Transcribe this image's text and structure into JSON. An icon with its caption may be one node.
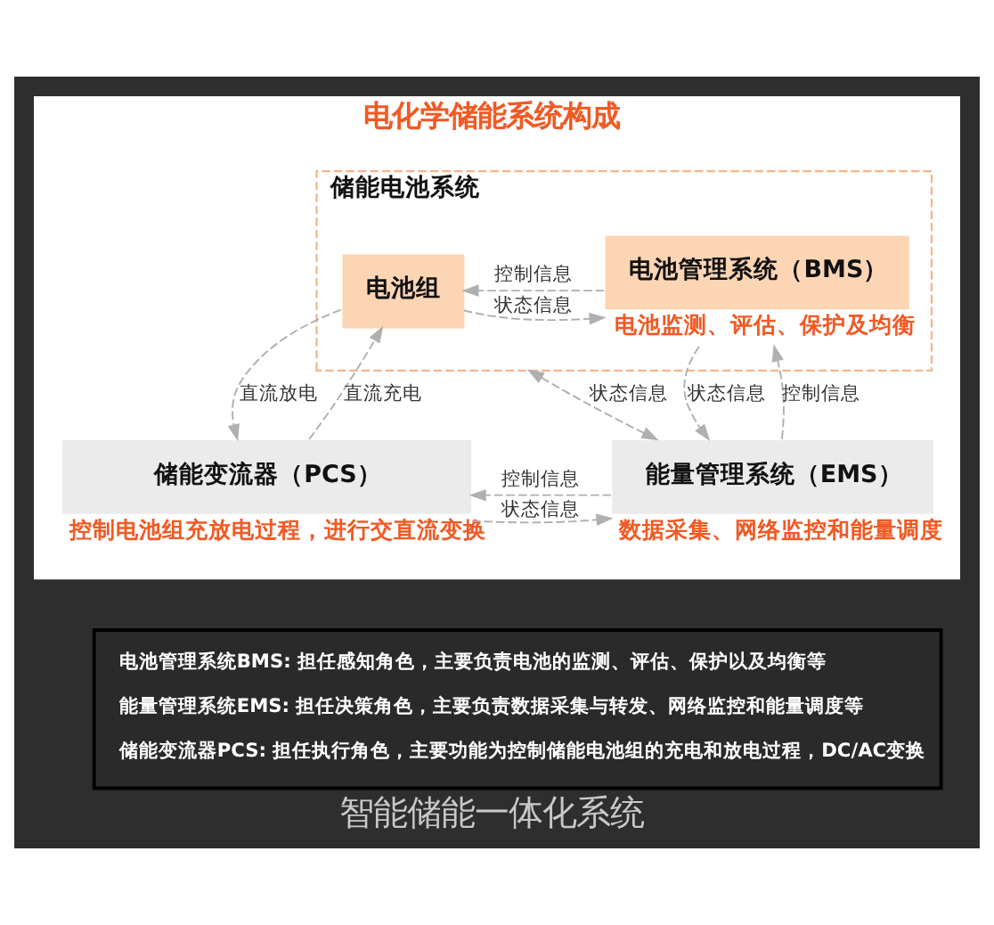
{
  "diagram": {
    "caption": "智能储能一体化系统",
    "nodes": [
      {
        "text": [
          "电化学储能系统构成"
        ]
      },
      {
        "text": [
          "储能电池系统"
        ],
        "in": 0
      },
      {
        "text": [
          "电池组"
        ],
        "in": 1
      },
      {
        "text": [
          "电池管理系统（BMS）"
        ],
        "in": 1,
        "beside": [
          "电池监测、评估、保护及均衡"
        ]
      },
      {
        "text": [
          "储能变流器（PCS）"
        ],
        "in": 0,
        "beside": [
          "控制电池组充放电过程，进行交直流变换"
        ]
      },
      {
        "text": [
          "能量管理系统（EMS）"
        ],
        "in": 0,
        "beside": [
          "数据采集、网络监控和能量调度"
        ]
      },
      {
        "text": [
          "电池管理系统BMS: 担任感知角色，主要负责电池的监测、评估、保护以及均衡等",
          "能量管理系统EMS: 担任决策角色，主要负责数据采集与转发、网络监控和能量调度等",
          "储能变流器PCS: 担任执行角色，主要功能为控制储能电池组的充电和放电过程，DC/AC变换"
        ]
      }
    ],
    "edges": [
      {
        "from": 3,
        "to": 2,
        "arrow": "to",
        "label": "控制信息",
        "style": "dashed"
      },
      {
        "from": 2,
        "to": 3,
        "arrow": "to",
        "label": "状态信息",
        "style": "dashed"
      },
      {
        "from": 4,
        "to": 2,
        "arrow": "to",
        "label": "直流充电",
        "style": "dashed"
      },
      {
        "from": 2,
        "to": 4,
        "arrow": "to",
        "label": "直流放电",
        "style": "dashed"
      },
      {
        "from": 1,
        "to": 5,
        "arrow": "both",
        "label": "状态信息",
        "style": "dashed"
      },
      {
        "from": 5,
        "to": 3,
        "arrow": "to",
        "label": "控制信息",
        "style": "dashed"
      },
      {
        "from": 3,
        "to": 5,
        "arrow": "to",
        "label": "状态信息",
        "style": "dashed"
      },
      {
        "from": 5,
        "to": 4,
        "arrow": "to",
        "label": "控制信息",
        "style": "dashed"
      },
      {
        "from": 4,
        "to": 5,
        "arrow": "to",
        "label": "状态信息",
        "style": "dashed"
      }
    ]
  }
}
